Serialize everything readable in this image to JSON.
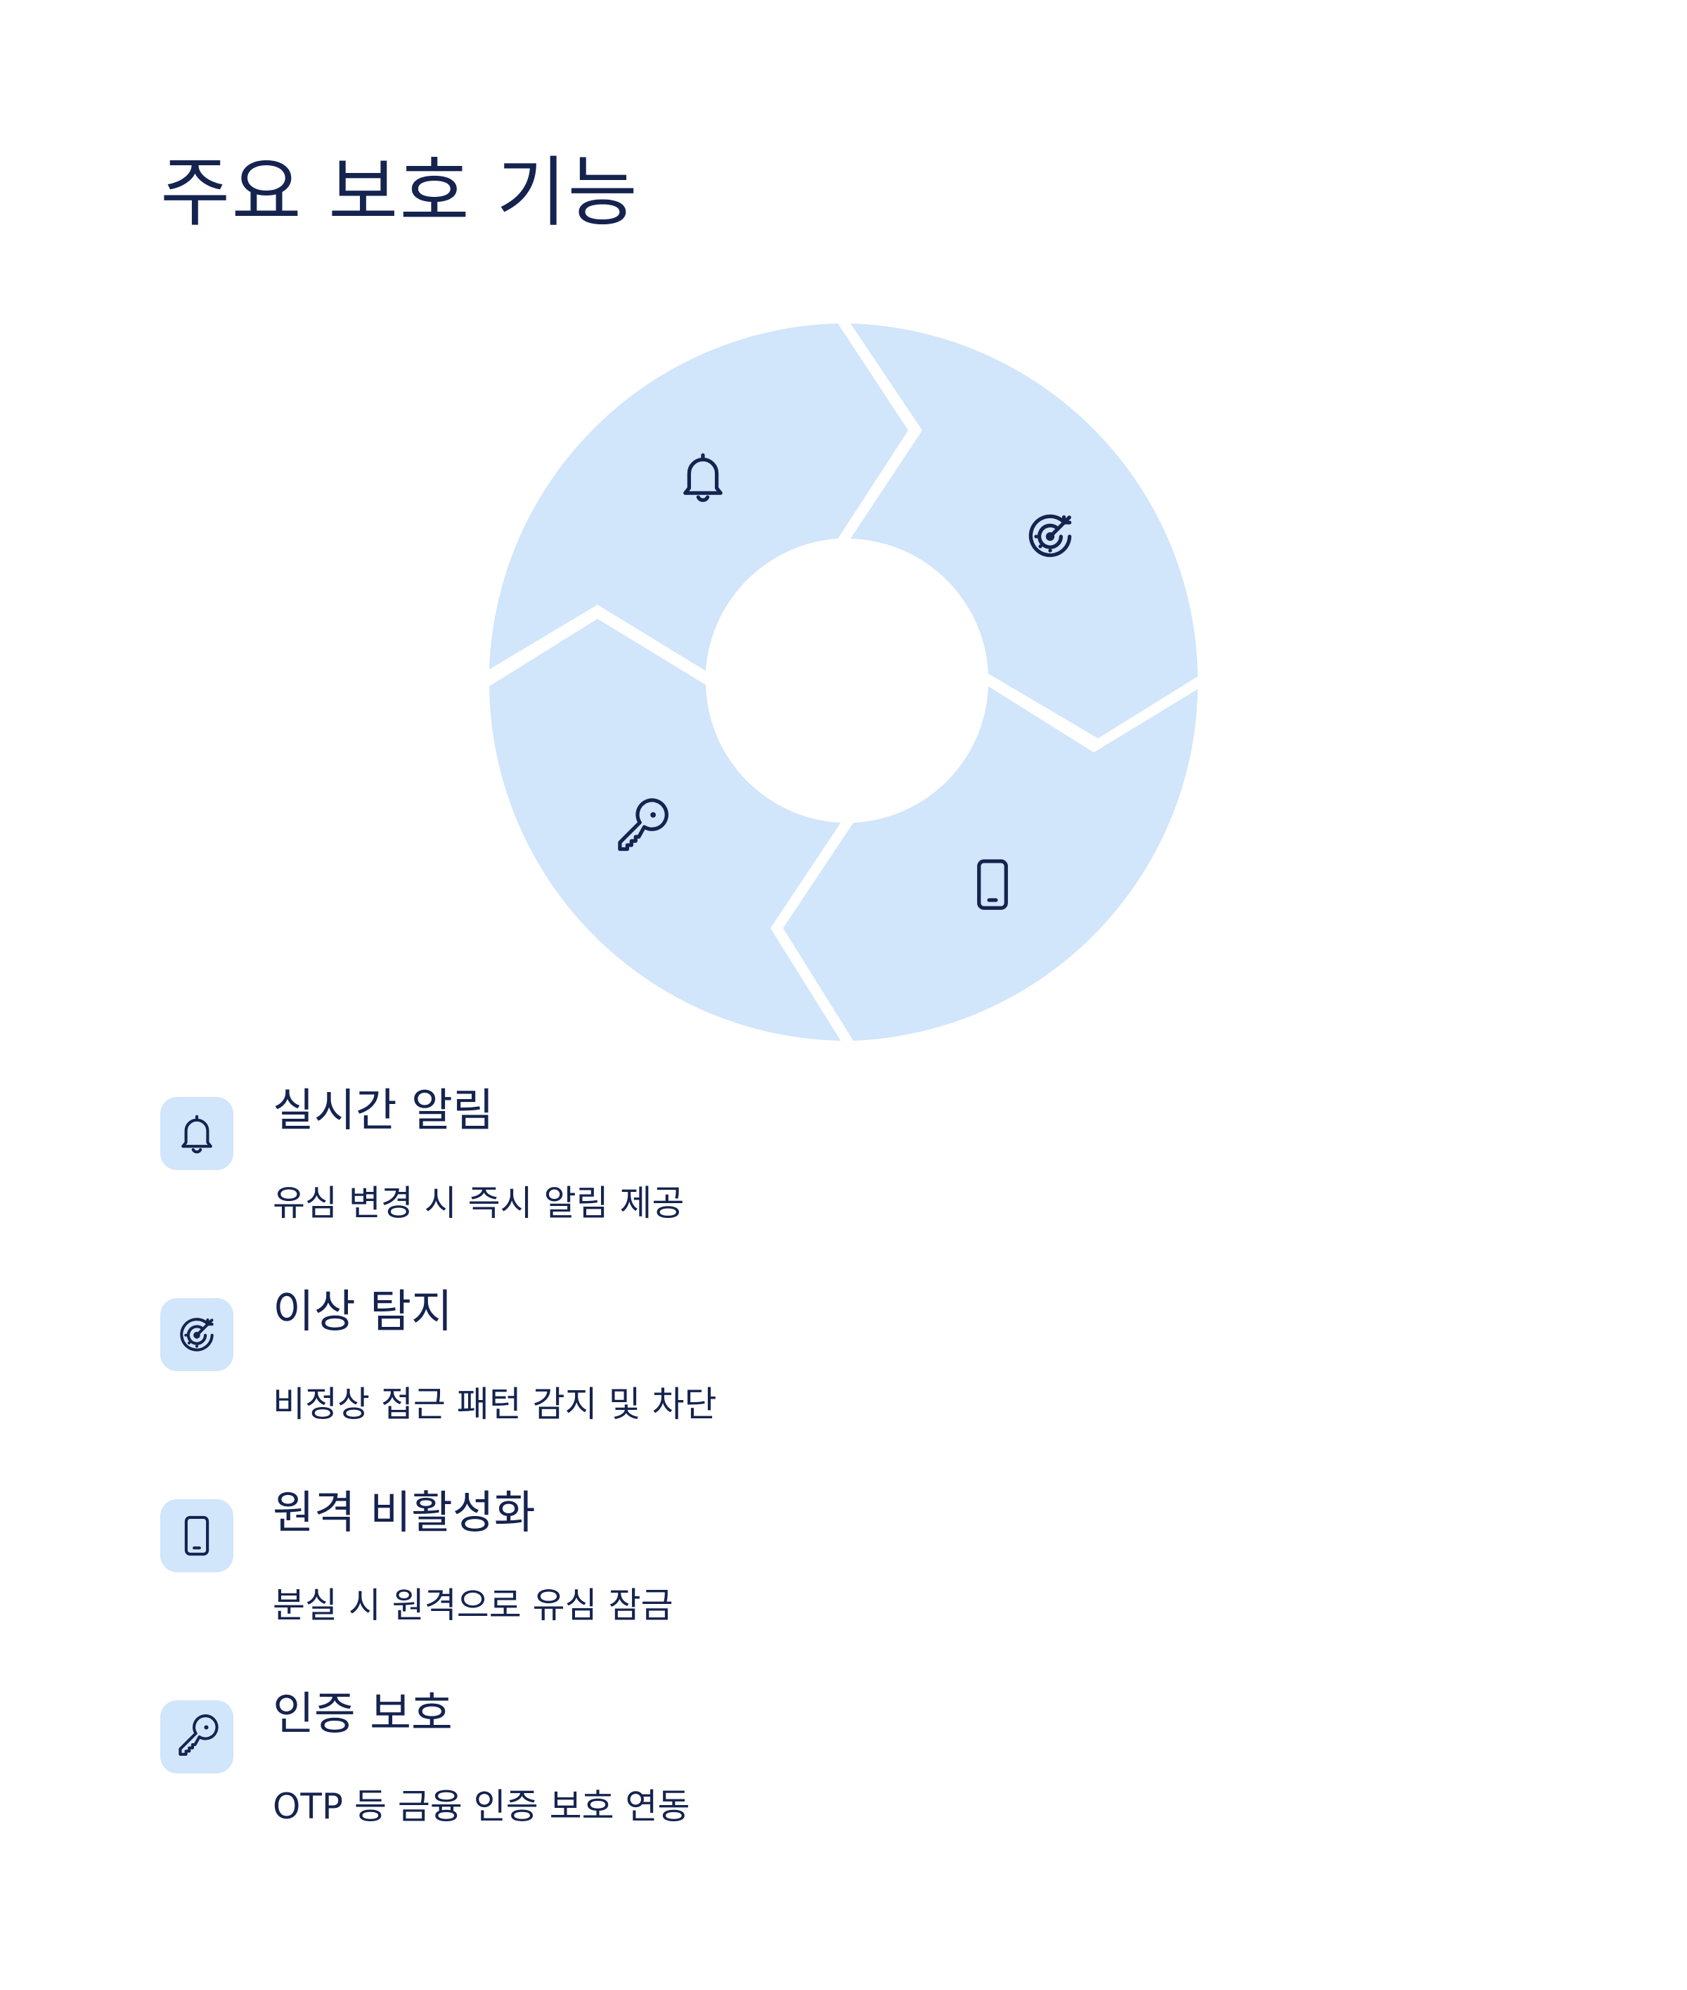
{
  "page": {
    "title": "주요 보호 기능"
  },
  "colors": {
    "segment_fill": "#d1e5fb",
    "icon_tile": "#d1e5fb",
    "ink": "#15234f",
    "background": "#ffffff"
  },
  "cycle": {
    "segments": [
      {
        "icon": "bell-icon"
      },
      {
        "icon": "radar-target-icon"
      },
      {
        "icon": "smartphone-icon"
      },
      {
        "icon": "key-icon"
      }
    ]
  },
  "features": [
    {
      "icon": "bell-icon",
      "title": "실시간 알림",
      "description": "유심 변경 시 즉시 알림 제공"
    },
    {
      "icon": "radar-target-icon",
      "title": "이상 탐지",
      "description": "비정상 접근 패턴 감지 및 차단"
    },
    {
      "icon": "smartphone-icon",
      "title": "원격 비활성화",
      "description": "분실 시 원격으로 유심 잠금"
    },
    {
      "icon": "key-icon",
      "title": "인증 보호",
      "description": "OTP 등 금융 인증 보호 연동"
    }
  ]
}
